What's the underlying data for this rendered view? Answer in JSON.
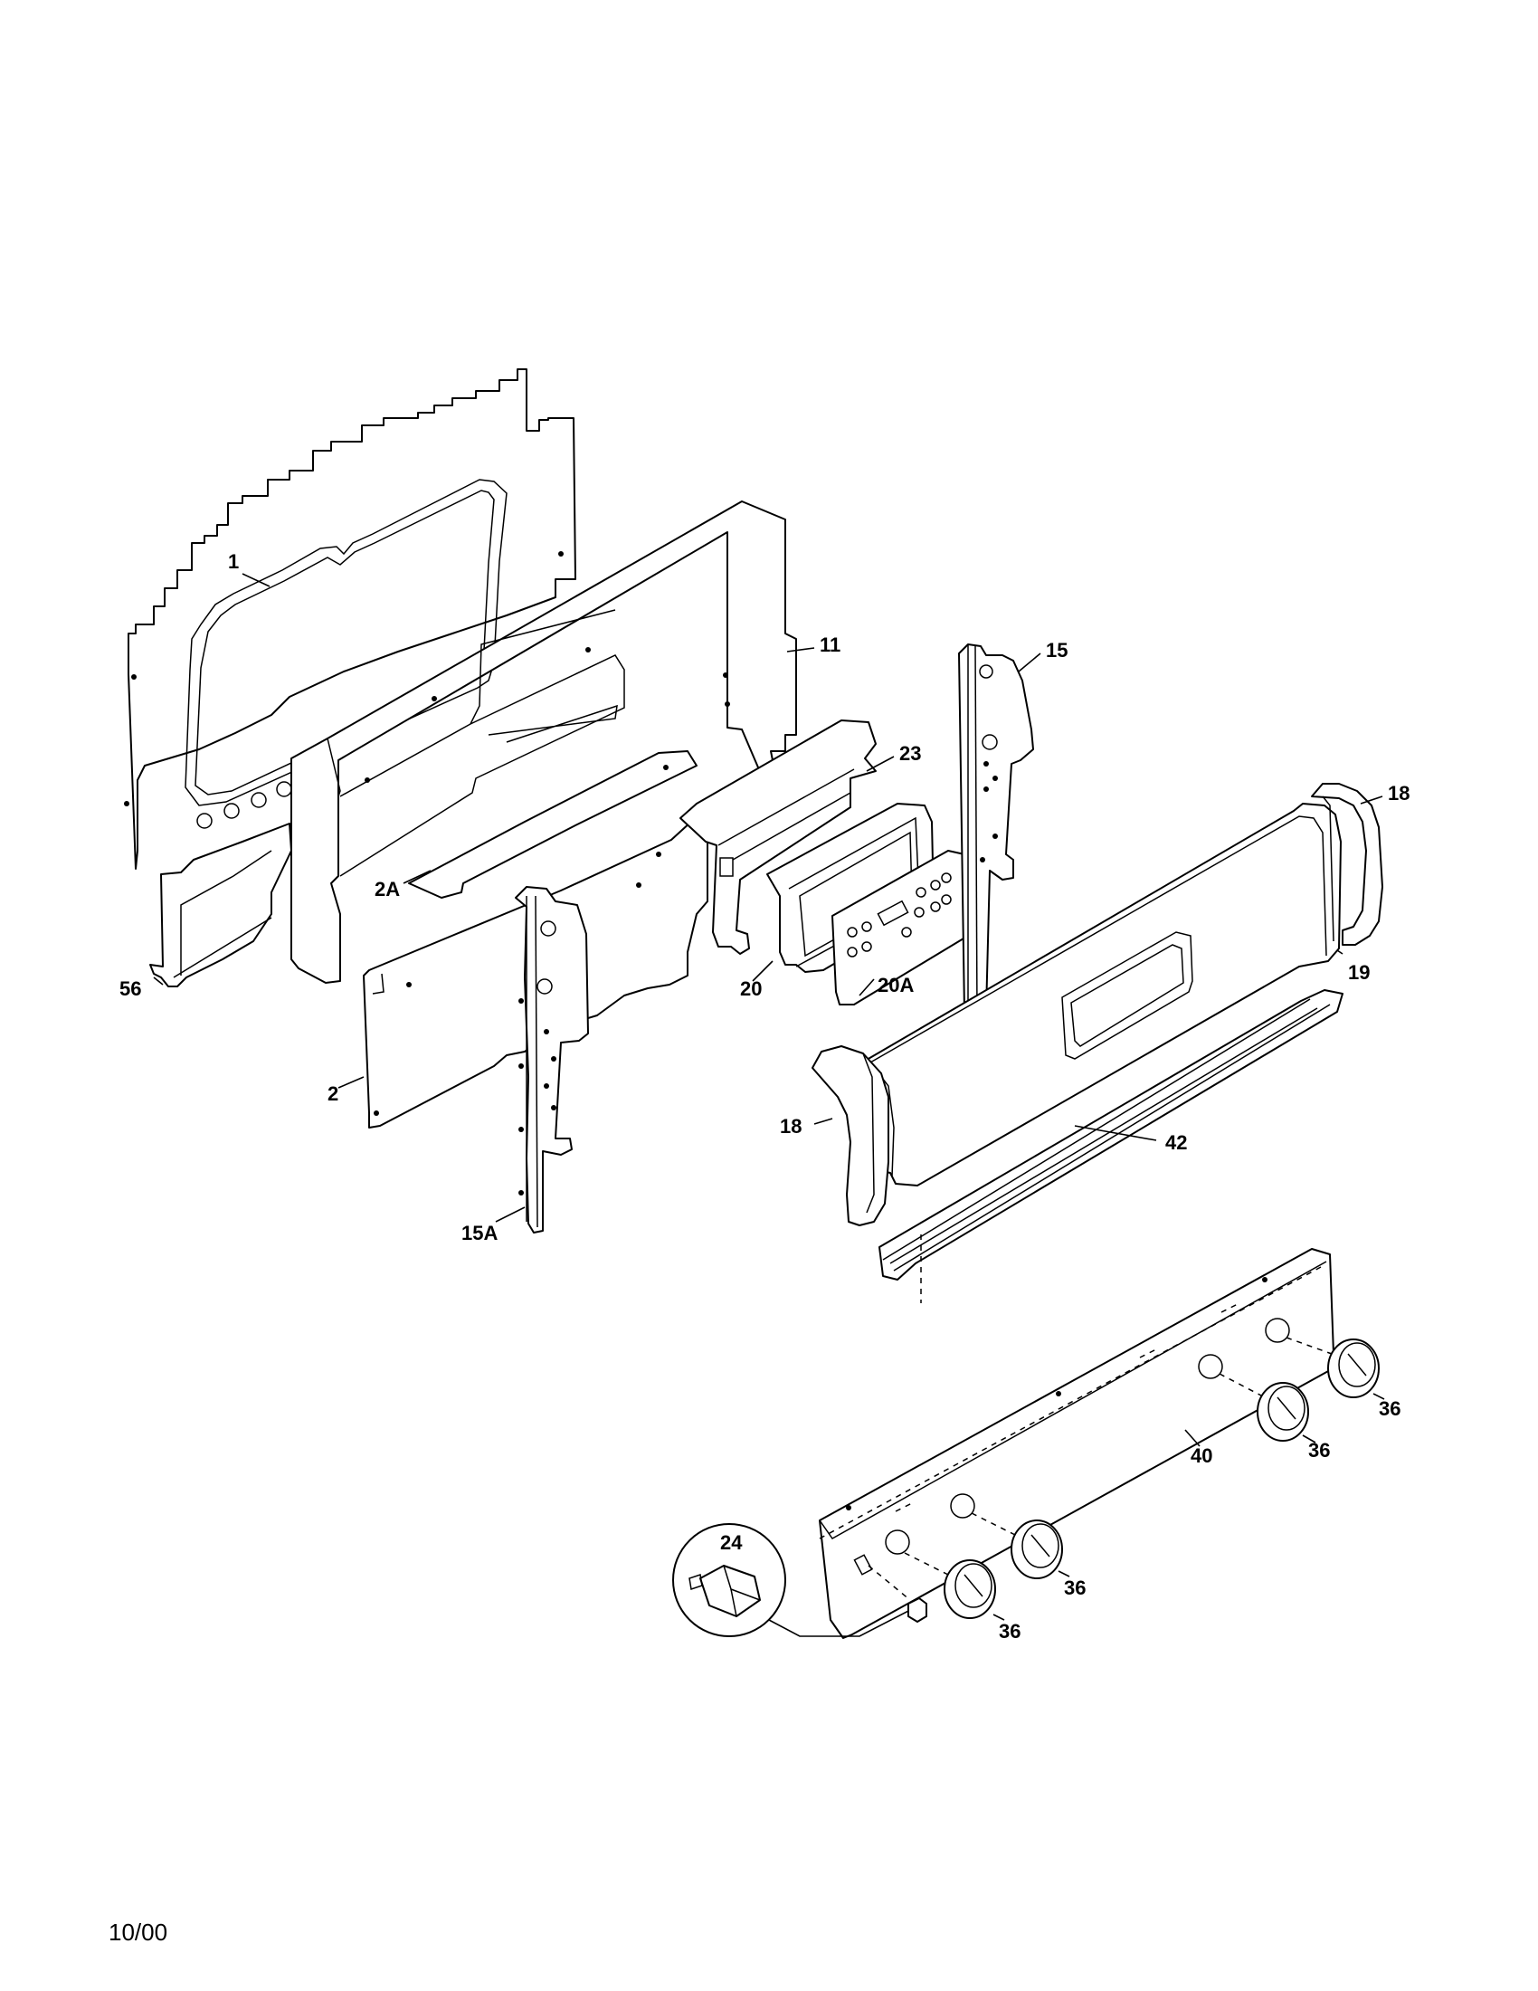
{
  "labels": {
    "p1": "1",
    "p11": "11",
    "p15": "15",
    "p23": "23",
    "p18a": "18",
    "p18b": "18",
    "p2a": "2A",
    "p56": "56",
    "p20": "20",
    "p20a": "20A",
    "p19": "19",
    "p2": "2",
    "p42": "42",
    "p15a": "15A",
    "p24": "24",
    "p40": "40",
    "p36a": "36",
    "p36b": "36",
    "p36c": "36",
    "p36d": "36"
  },
  "footer": "10/00"
}
